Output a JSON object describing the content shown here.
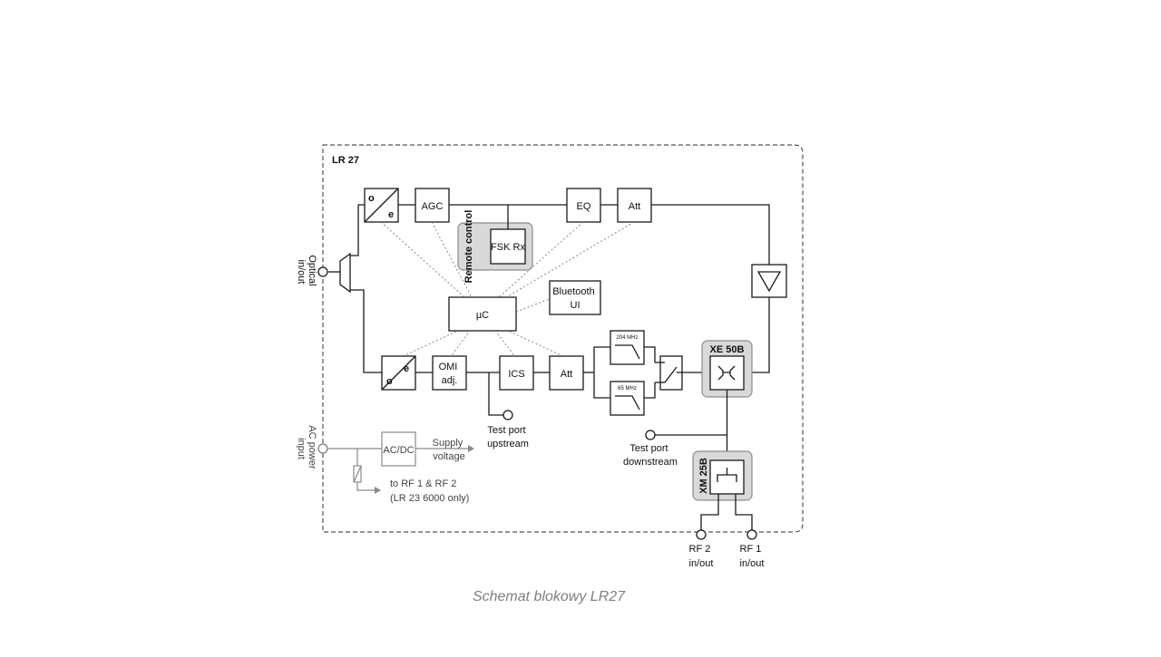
{
  "caption": "Schemat blokowy LR27",
  "diagram": {
    "title": "LR 27",
    "blocks": {
      "agc": "AGC",
      "eq": "EQ",
      "att_top": "Att",
      "remote_control": "Remote control",
      "fsk_rx": "FSK Rx",
      "uc": "µC",
      "bluetooth_line1": "Bluetooth",
      "bluetooth_line2": "UI",
      "omi_line1": "OMI",
      "omi_line2": "adj.",
      "ics": "ICS",
      "att_bottom": "Att",
      "filter_top": "204 MHz",
      "filter_bottom": "65 MHz",
      "xe50b": "XE 50B",
      "xm25b": "XM 25B",
      "acdc": "AC/DC",
      "oe_o": "o",
      "oe_e": "e"
    },
    "labels": {
      "optical_line1": "Optical",
      "optical_line2": "in/out",
      "ac_line1": "AC power",
      "ac_line2": "input",
      "supply_line1": "Supply",
      "supply_line2": "voltage",
      "to_rf_line1": "to RF 1 & RF 2",
      "to_rf_line2": "(LR 23 6000 only)",
      "test_up_line1": "Test port",
      "test_up_line2": "upstream",
      "test_down_line1": "Test port",
      "test_down_line2": "downstream",
      "rf2_line1": "RF 2",
      "rf2_line2": "in/out",
      "rf1_line1": "RF 1",
      "rf1_line2": "in/out"
    }
  }
}
